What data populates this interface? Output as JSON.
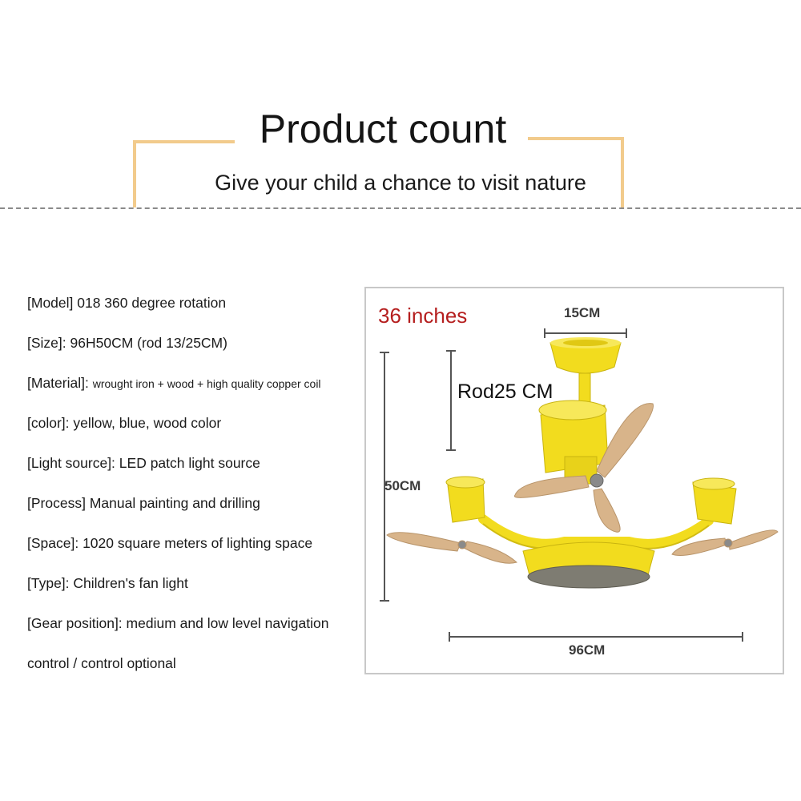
{
  "header": {
    "title": "Product count",
    "subtitle": "Give your child a chance to visit nature"
  },
  "specs": [
    {
      "key": "[Model] ",
      "value": "018 360 degree rotation"
    },
    {
      "key": "[Size]: ",
      "value": "96H50CM (rod 13/25CM)"
    },
    {
      "key": "[Material]: ",
      "value": "wrought iron + wood + high quality copper coil"
    },
    {
      "key": "[color]: ",
      "value": "yellow, blue, wood color"
    },
    {
      "key": "[Light source]: ",
      "value": "LED patch light source"
    },
    {
      "key": "[Process] ",
      "value": "Manual painting and drilling"
    },
    {
      "key": "[Space]: ",
      "value": "1020 square meters of lighting space"
    },
    {
      "key": "[Type]: ",
      "value": "Children's fan light"
    },
    {
      "key": "[Gear position]: ",
      "value": "medium and low level navigation"
    },
    {
      "key": "",
      "value": " control / control optional"
    }
  ],
  "diagram": {
    "size_note": "36 inches",
    "top_width": "15CM",
    "rod_length": "Rod25 CM",
    "height": "50CM",
    "width": "96CM"
  },
  "colors": {
    "accent_bracket": "#f2cb8c",
    "note_red": "#b51e1e",
    "fan_yellow": "#f2dc1e",
    "blade_wood": "#d8b48a"
  }
}
